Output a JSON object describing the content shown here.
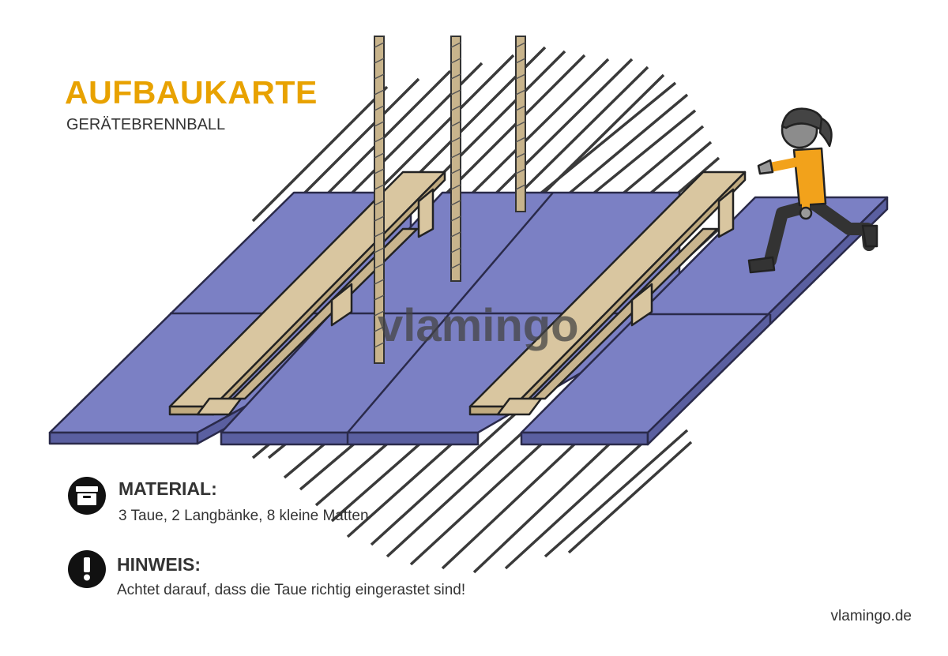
{
  "header": {
    "title": "AUFBAUKARTE",
    "subtitle": "GERÄTEBRENNBALL"
  },
  "watermark": "vlamingo",
  "material": {
    "icon": "archive-box-icon",
    "heading": "MATERIAL:",
    "text": "3 Taue, 2 Langbänke, 8 kleine Matten"
  },
  "hinweis": {
    "icon": "exclamation-icon",
    "heading": "HINWEIS:",
    "text": "Achtet darauf, dass die Taue richtig eingerastet sind!"
  },
  "footer": {
    "url": "vlamingo.de"
  },
  "colors": {
    "accent": "#e8a200",
    "mat": "#7b80c4",
    "bench": "#d9c6a0",
    "rope": "#c8b48c",
    "text": "#333333"
  }
}
